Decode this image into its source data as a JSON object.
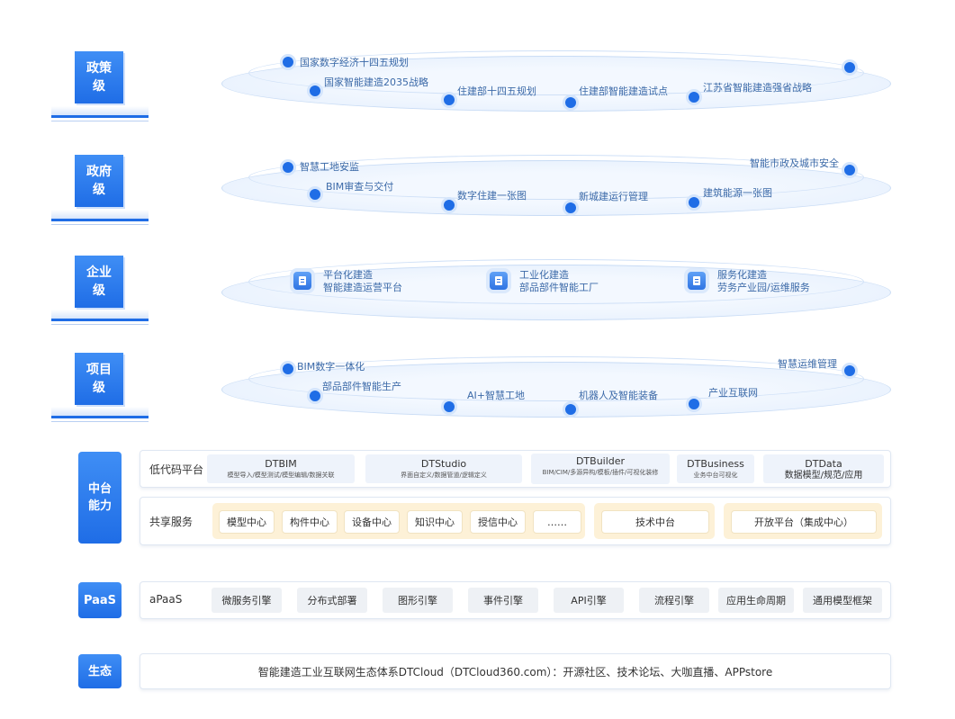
{
  "tiers": [
    {
      "label": "政策\n级",
      "nodes": [
        "国家数字经济十四五规划",
        "国家智能建造2035战略",
        "住建部十四五规划",
        "住建部智能建造试点",
        "江苏省智能建造强省战略"
      ]
    },
    {
      "label": "政府\n级",
      "nodes": [
        "智慧工地安监",
        "BIM审查与交付",
        "数字住建一张图",
        "新城建运行管理",
        "建筑能源一张图",
        "智能市政及城市安全"
      ]
    },
    {
      "label": "企业\n级",
      "items": [
        {
          "title": "平台化建造",
          "subtitle": "智能建造运营平台"
        },
        {
          "title": "工业化建造",
          "subtitle": "部品部件智能工厂"
        },
        {
          "title": "服务化建造",
          "subtitle": "劳务产业园/运维服务"
        }
      ]
    },
    {
      "label": "项目\n级",
      "nodes": [
        "BIM数字一体化",
        "部品部件智能生产",
        "AI+智慧工地",
        "机器人及智能装备",
        "产业互联网",
        "智慧运维管理"
      ]
    }
  ],
  "middle": {
    "label": "中台\n能力",
    "lowcode": {
      "title": "低代码平台",
      "items": [
        {
          "name": "DTBIM",
          "desc": "模型导入/模型测试/模型编辑/数据关联"
        },
        {
          "name": "DTStudio",
          "desc": "界面自定义/数据管道/逻辑定义"
        },
        {
          "name": "DTBuilder",
          "desc": "BIM/CIM/多源异构/模板/插件/可视化装修"
        },
        {
          "name": "DTBusiness",
          "desc": "业务中台可视化"
        },
        {
          "name": "DTData",
          "desc": "数据模型/规范/应用"
        }
      ]
    },
    "shared": {
      "title": "共享服务",
      "items": [
        "模型中心",
        "构件中心",
        "设备中心",
        "知识中心",
        "授信中心",
        "……"
      ],
      "tech": "技术中台",
      "open": "开放平台（集成中心）"
    }
  },
  "paas": {
    "label": "PaaS",
    "title": "aPaaS",
    "items": [
      "微服务引擎",
      "分布式部署",
      "图形引擎",
      "事件引擎",
      "API引擎",
      "流程引擎",
      "应用生命周期",
      "通用模型框架"
    ]
  },
  "eco": {
    "label": "生态",
    "text": "智能建造工业互联网生态体系DTCloud（DTCloud360.com）：开源社区、技术论坛、大咖直播、APPstore"
  }
}
